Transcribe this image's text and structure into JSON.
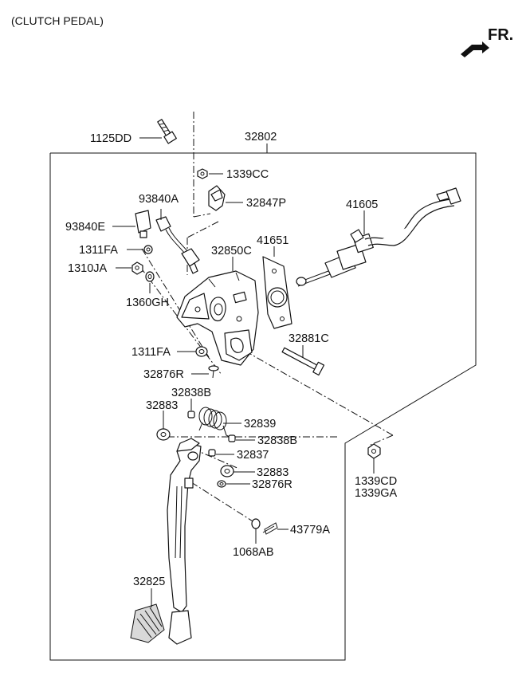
{
  "header": {
    "title": "(CLUTCH PEDAL)",
    "direction": "FR."
  },
  "labels": {
    "l_1125DD": "1125DD",
    "l_32802": "32802",
    "l_1339CC": "1339CC",
    "l_93840A": "93840A",
    "l_32847P": "32847P",
    "l_41605": "41605",
    "l_93840E": "93840E",
    "l_1311FA_a": "1311FA",
    "l_41651": "41651",
    "l_32850C": "32850C",
    "l_1310JA": "1310JA",
    "l_1360GH": "1360GH",
    "l_32881C": "32881C",
    "l_1311FA_b": "1311FA",
    "l_32876R_a": "32876R",
    "l_32838B_a": "32838B",
    "l_32883_a": "32883",
    "l_32839": "32839",
    "l_32838B_b": "32838B",
    "l_32837": "32837",
    "l_32883_b": "32883",
    "l_32876R_b": "32876R",
    "l_1339CD": "1339CD",
    "l_1339GA": "1339GA",
    "l_43779A": "43779A",
    "l_1068AB": "1068AB",
    "l_32825": "32825"
  }
}
